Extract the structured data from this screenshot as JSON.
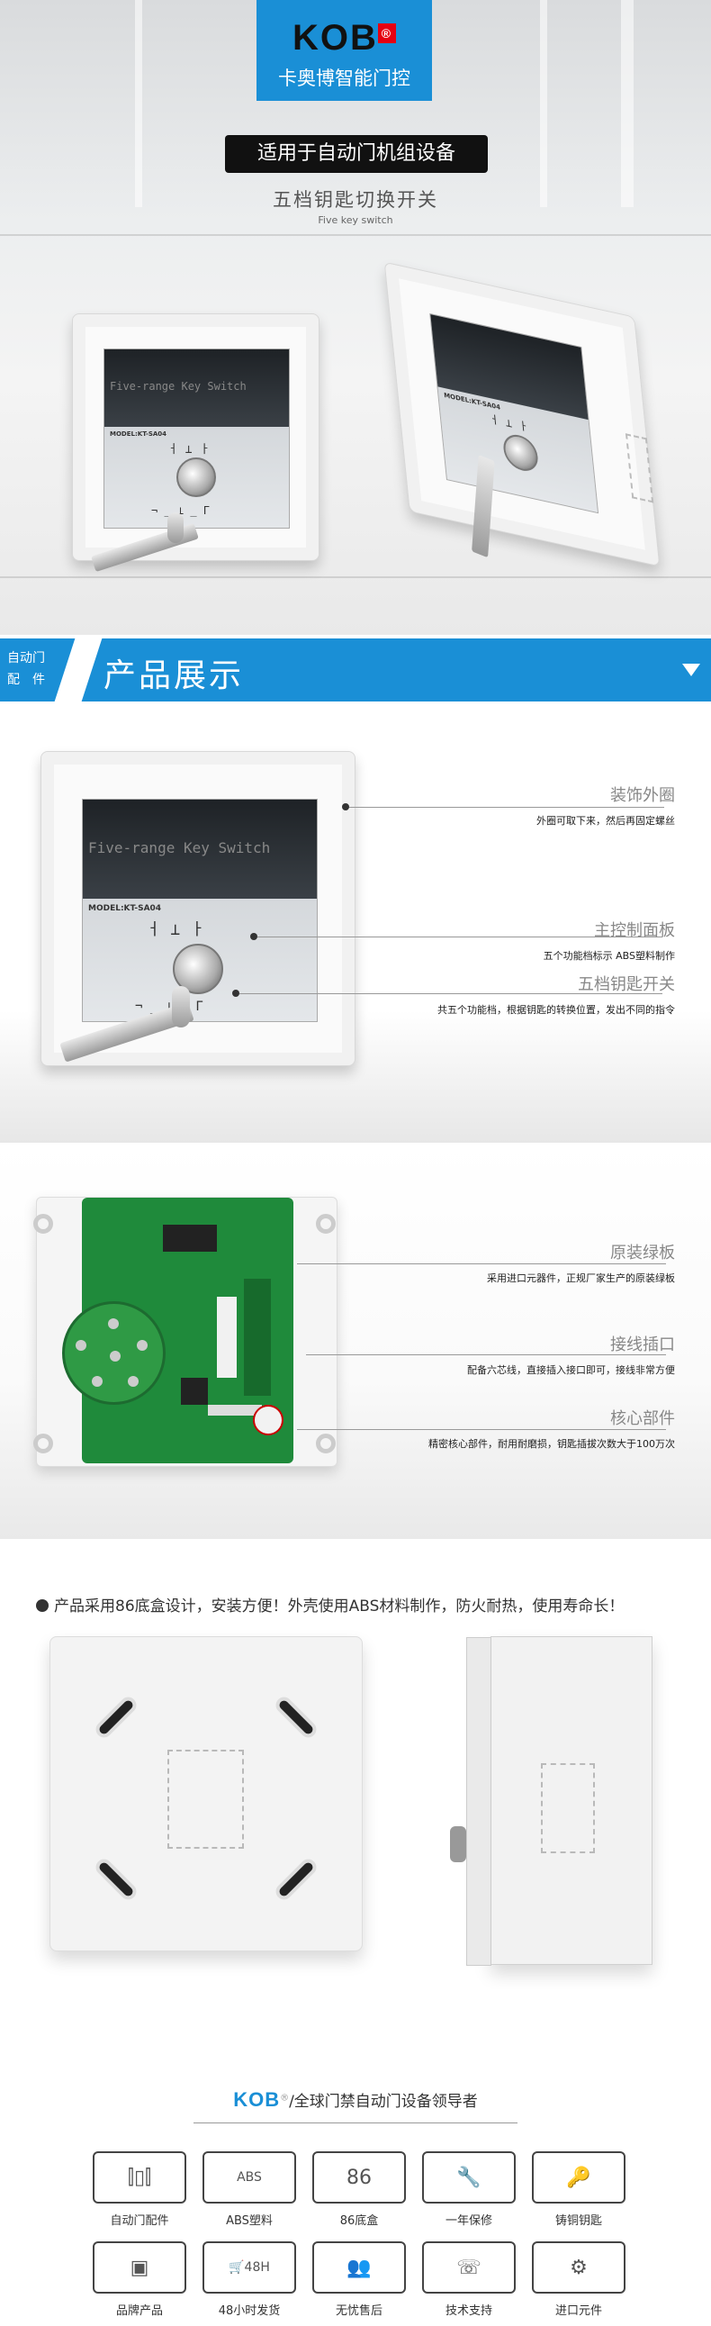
{
  "hero": {
    "brand": "KOB",
    "brand_reg": "®",
    "brand_sub": "卡奥博智能门控",
    "tagline": "适用于自动门机组设备",
    "title": "五档钥匙切换开关",
    "subtitle": "Five key switch",
    "switch_window_text": "Five-range Key Switch",
    "switch_model": "MODEL:KT-SA04"
  },
  "section_bar": {
    "left_line1": "自动门",
    "left_line2": "配　件",
    "title": "产品展示"
  },
  "features_front": [
    {
      "heading": "装饰外圈",
      "desc": "外圈可取下来，然后再固定螺丝"
    },
    {
      "heading": "主控制面板",
      "desc": "五个功能档标示 ABS塑料制作"
    },
    {
      "heading": "五档钥匙开关",
      "desc": "共五个功能档，根据钥匙的转换位置，发出不同的指令"
    }
  ],
  "features_back": [
    {
      "heading": "原装绿板",
      "desc": "采用进口元器件，正规厂家生产的原装绿板"
    },
    {
      "heading": "接线插口",
      "desc": "配备六芯线，直接插入接口即可，接线非常方便"
    },
    {
      "heading": "核心部件",
      "desc": "精密核心部件，耐用耐磨损，钥匙插拔次数大于100万次"
    }
  ],
  "box_note": "产品采用86底盒设计，安装方便！外壳使用ABS材料制作，防火耐热，使用寿命长！",
  "footer": {
    "brand": "KOB",
    "brand_reg": "®",
    "slogan": "/全球门禁自动门设备领导者",
    "features": [
      {
        "label": "自动门配件",
        "icon": "door-icon"
      },
      {
        "label": "ABS塑料",
        "icon": "abs-plastic-icon",
        "glyph": "ABS"
      },
      {
        "label": "86底盒",
        "icon": "box-86-icon",
        "glyph": "86"
      },
      {
        "label": "一年保修",
        "icon": "wrench-icon"
      },
      {
        "label": "铸铜钥匙",
        "icon": "key-icon"
      },
      {
        "label": "品牌产品",
        "icon": "id-card-icon"
      },
      {
        "label": "48小时发货",
        "icon": "cart-icon",
        "glyph": "48H"
      },
      {
        "label": "无忧售后",
        "icon": "people-icon"
      },
      {
        "label": "技术支持",
        "icon": "support-icon"
      },
      {
        "label": "进口元件",
        "icon": "gear-icon"
      }
    ]
  }
}
